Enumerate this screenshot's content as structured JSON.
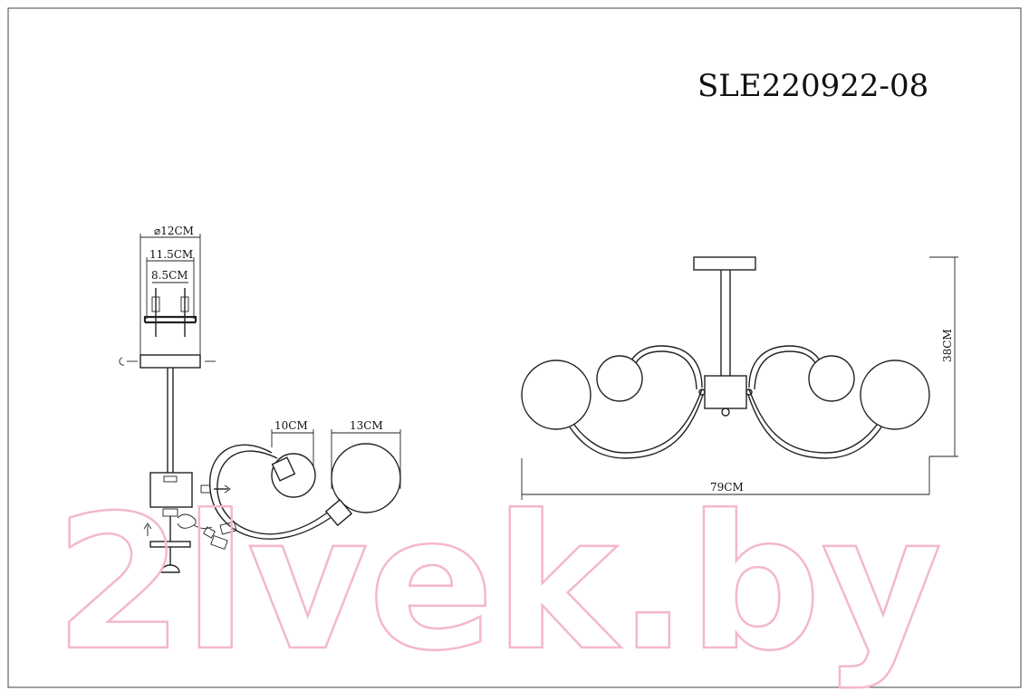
{
  "model": "SLE220922-08",
  "watermark": "2lvek.by",
  "dimensions": {
    "canopy_diameter": "⌀12CM",
    "canopy_width": "11.5CM",
    "mount_spacing": "8.5CM",
    "small_shade": "10CM",
    "large_shade": "13CM",
    "total_width": "79CM",
    "total_height": "38CM"
  }
}
